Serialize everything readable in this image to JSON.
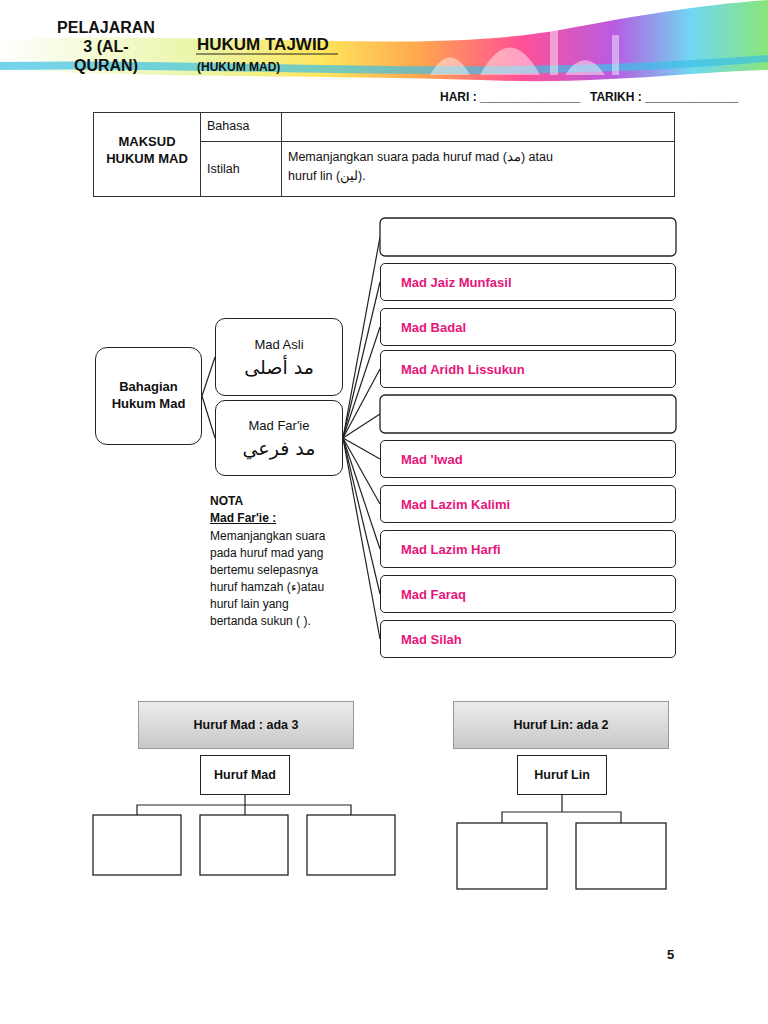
{
  "diagram": {
    "title": "HUKUM TAJWID",
    "nodes": [
      {
        "text": [
          "Bahagian Hukum Mad"
        ]
      },
      {
        "text": [
          "Mad Asli",
          "مد أصلى"
        ]
      },
      {
        "text": [
          "Mad Far'ie",
          "مد فرعي"
        ]
      },
      {
        "text": [
          "Mad Jaiz Munfasil"
        ]
      },
      {
        "text": [
          "Mad Badal"
        ]
      },
      {
        "text": [
          "Mad Aridh Lissukun"
        ]
      },
      {
        "text": [
          "Mad 'Iwad"
        ]
      },
      {
        "text": [
          "Mad Lazim Kalimi"
        ]
      },
      {
        "text": [
          "Mad Lazim Harfi"
        ]
      },
      {
        "text": [
          "Mad Faraq"
        ]
      },
      {
        "text": [
          "Mad Silah"
        ]
      },
      {
        "text": [
          "Huruf Mad : ada 3"
        ]
      },
      {
        "text": [
          "Huruf Mad"
        ]
      },
      {
        "text": [
          "Huruf Lin: ada 2"
        ]
      },
      {
        "text": [
          "Huruf Lin"
        ]
      }
    ],
    "edges": [
      {
        "from": 0,
        "to": 1,
        "arrow": "none"
      },
      {
        "from": 0,
        "to": 2,
        "arrow": "none"
      },
      {
        "from": 2,
        "to": 3,
        "arrow": "none"
      },
      {
        "from": 2,
        "to": 4,
        "arrow": "none"
      },
      {
        "from": 2,
        "to": 5,
        "arrow": "none"
      },
      {
        "from": 2,
        "to": 6,
        "arrow": "none"
      },
      {
        "from": 2,
        "to": 7,
        "arrow": "none"
      },
      {
        "from": 2,
        "to": 8,
        "arrow": "none"
      },
      {
        "from": 2,
        "to": 9,
        "arrow": "none"
      },
      {
        "from": 2,
        "to": 10,
        "arrow": "none"
      }
    ],
    "labels": [
      "PELAJARAN 3 (AL-QURAN)",
      "(HUKUM MAD)",
      "HARI : _______________",
      "TARIKH : ______________",
      "MAKSUD HUKUM MAD",
      "Bahasa",
      "Istilah",
      "Memanjangkan suara pada huruf mad (مد) atau huruf lin (لين).",
      "NOTA",
      "Mad Far'ie :",
      "Memanjangkan suara pada huruf mad yang bertemu selepasnya huruf hamzah (ء)atau huruf lain yang bertanda sukun ( ).",
      "5"
    ]
  }
}
